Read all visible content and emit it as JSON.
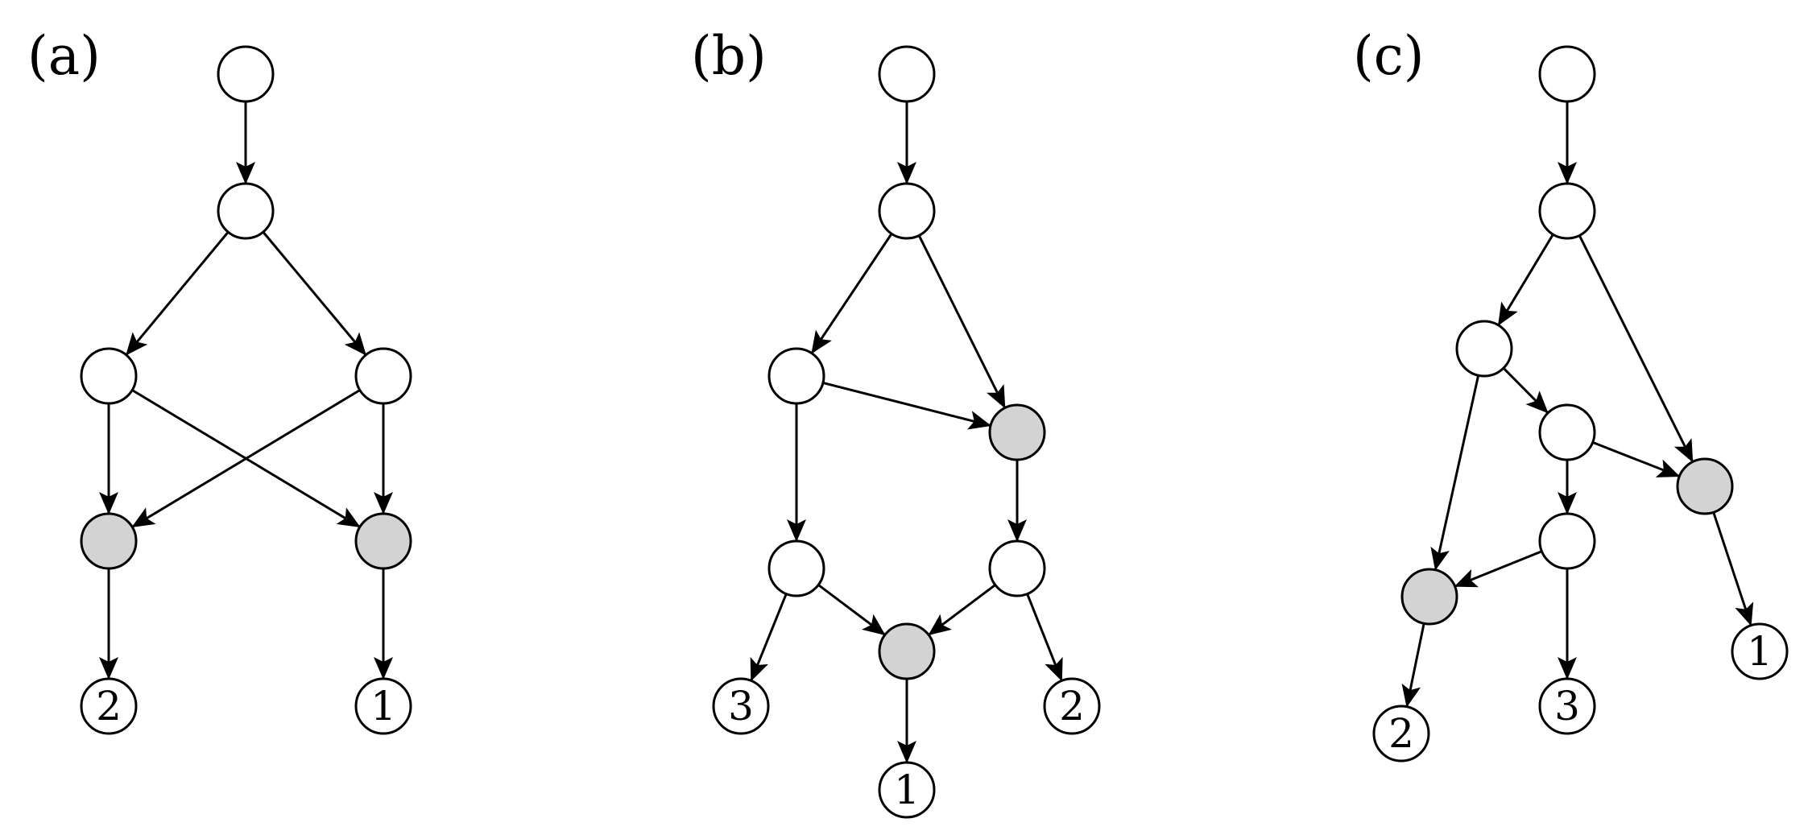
{
  "panels": [
    {
      "label": "(a)",
      "nodes": [
        {
          "id": "a0",
          "shaded": false,
          "text": ""
        },
        {
          "id": "a1",
          "shaded": false,
          "text": ""
        },
        {
          "id": "a2",
          "shaded": false,
          "text": ""
        },
        {
          "id": "a3",
          "shaded": false,
          "text": ""
        },
        {
          "id": "a4",
          "shaded": true,
          "text": ""
        },
        {
          "id": "a5",
          "shaded": true,
          "text": ""
        },
        {
          "id": "a6",
          "shaded": false,
          "text": "2"
        },
        {
          "id": "a7",
          "shaded": false,
          "text": "1"
        }
      ],
      "edges": [
        [
          "a0",
          "a1"
        ],
        [
          "a1",
          "a2"
        ],
        [
          "a1",
          "a3"
        ],
        [
          "a2",
          "a4"
        ],
        [
          "a2",
          "a5"
        ],
        [
          "a3",
          "a4"
        ],
        [
          "a3",
          "a5"
        ],
        [
          "a4",
          "a6"
        ],
        [
          "a5",
          "a7"
        ]
      ]
    },
    {
      "label": "(b)",
      "nodes": [
        {
          "id": "b0",
          "shaded": false,
          "text": ""
        },
        {
          "id": "b1",
          "shaded": false,
          "text": ""
        },
        {
          "id": "b2",
          "shaded": false,
          "text": ""
        },
        {
          "id": "b3",
          "shaded": true,
          "text": ""
        },
        {
          "id": "b4",
          "shaded": false,
          "text": ""
        },
        {
          "id": "b5",
          "shaded": false,
          "text": ""
        },
        {
          "id": "b6",
          "shaded": true,
          "text": ""
        },
        {
          "id": "b7",
          "shaded": false,
          "text": "3"
        },
        {
          "id": "b8",
          "shaded": false,
          "text": "2"
        },
        {
          "id": "b9",
          "shaded": false,
          "text": "1"
        }
      ],
      "edges": [
        [
          "b0",
          "b1"
        ],
        [
          "b1",
          "b2"
        ],
        [
          "b1",
          "b3"
        ],
        [
          "b2",
          "b3"
        ],
        [
          "b2",
          "b4"
        ],
        [
          "b3",
          "b5"
        ],
        [
          "b4",
          "b6"
        ],
        [
          "b5",
          "b6"
        ],
        [
          "b4",
          "b7"
        ],
        [
          "b5",
          "b8"
        ],
        [
          "b6",
          "b9"
        ]
      ]
    },
    {
      "label": "(c)",
      "nodes": [
        {
          "id": "c0",
          "shaded": false,
          "text": ""
        },
        {
          "id": "c1",
          "shaded": false,
          "text": ""
        },
        {
          "id": "c2",
          "shaded": false,
          "text": ""
        },
        {
          "id": "c3",
          "shaded": false,
          "text": ""
        },
        {
          "id": "c4",
          "shaded": true,
          "text": ""
        },
        {
          "id": "c5",
          "shaded": false,
          "text": ""
        },
        {
          "id": "c6",
          "shaded": true,
          "text": ""
        },
        {
          "id": "c7",
          "shaded": false,
          "text": "1"
        },
        {
          "id": "c8",
          "shaded": false,
          "text": "3"
        },
        {
          "id": "c9",
          "shaded": false,
          "text": "2"
        }
      ],
      "edges": [
        [
          "c0",
          "c1"
        ],
        [
          "c1",
          "c2"
        ],
        [
          "c1",
          "c4"
        ],
        [
          "c2",
          "c3"
        ],
        [
          "c2",
          "c6"
        ],
        [
          "c3",
          "c4"
        ],
        [
          "c3",
          "c5"
        ],
        [
          "c5",
          "c6"
        ],
        [
          "c4",
          "c7"
        ],
        [
          "c5",
          "c8"
        ],
        [
          "c6",
          "c9"
        ]
      ]
    }
  ]
}
